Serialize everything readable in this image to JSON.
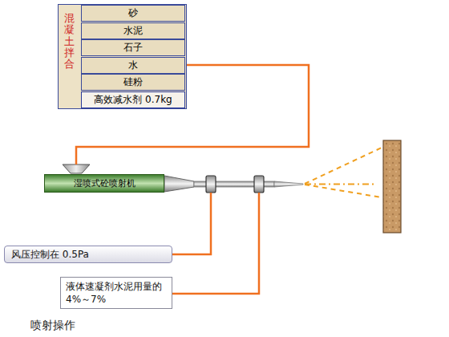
{
  "diagram": {
    "caption": "喷射操作",
    "nodes": [
      {
        "text": [
          "混凝土拌合"
        ]
      },
      {
        "text": [
          "砂"
        ],
        "in": 0
      },
      {
        "text": [
          "水泥"
        ],
        "in": 0
      },
      {
        "text": [
          "石子"
        ],
        "in": 0
      },
      {
        "text": [
          "水"
        ],
        "in": 0
      },
      {
        "text": [
          "硅粉"
        ],
        "in": 0
      },
      {
        "text": [
          "高效减水剂 0.7kg"
        ],
        "in": 0
      },
      {
        "text": [
          "湿喷式砼喷射机"
        ]
      },
      {
        "text": [
          "风压控制在 0.5Pa"
        ]
      },
      {
        "text": [
          "液体速凝剂水泥用量的4%～7%"
        ]
      }
    ],
    "edges": [
      {
        "from": 4,
        "to": 7,
        "arrow": "none"
      }
    ]
  }
}
